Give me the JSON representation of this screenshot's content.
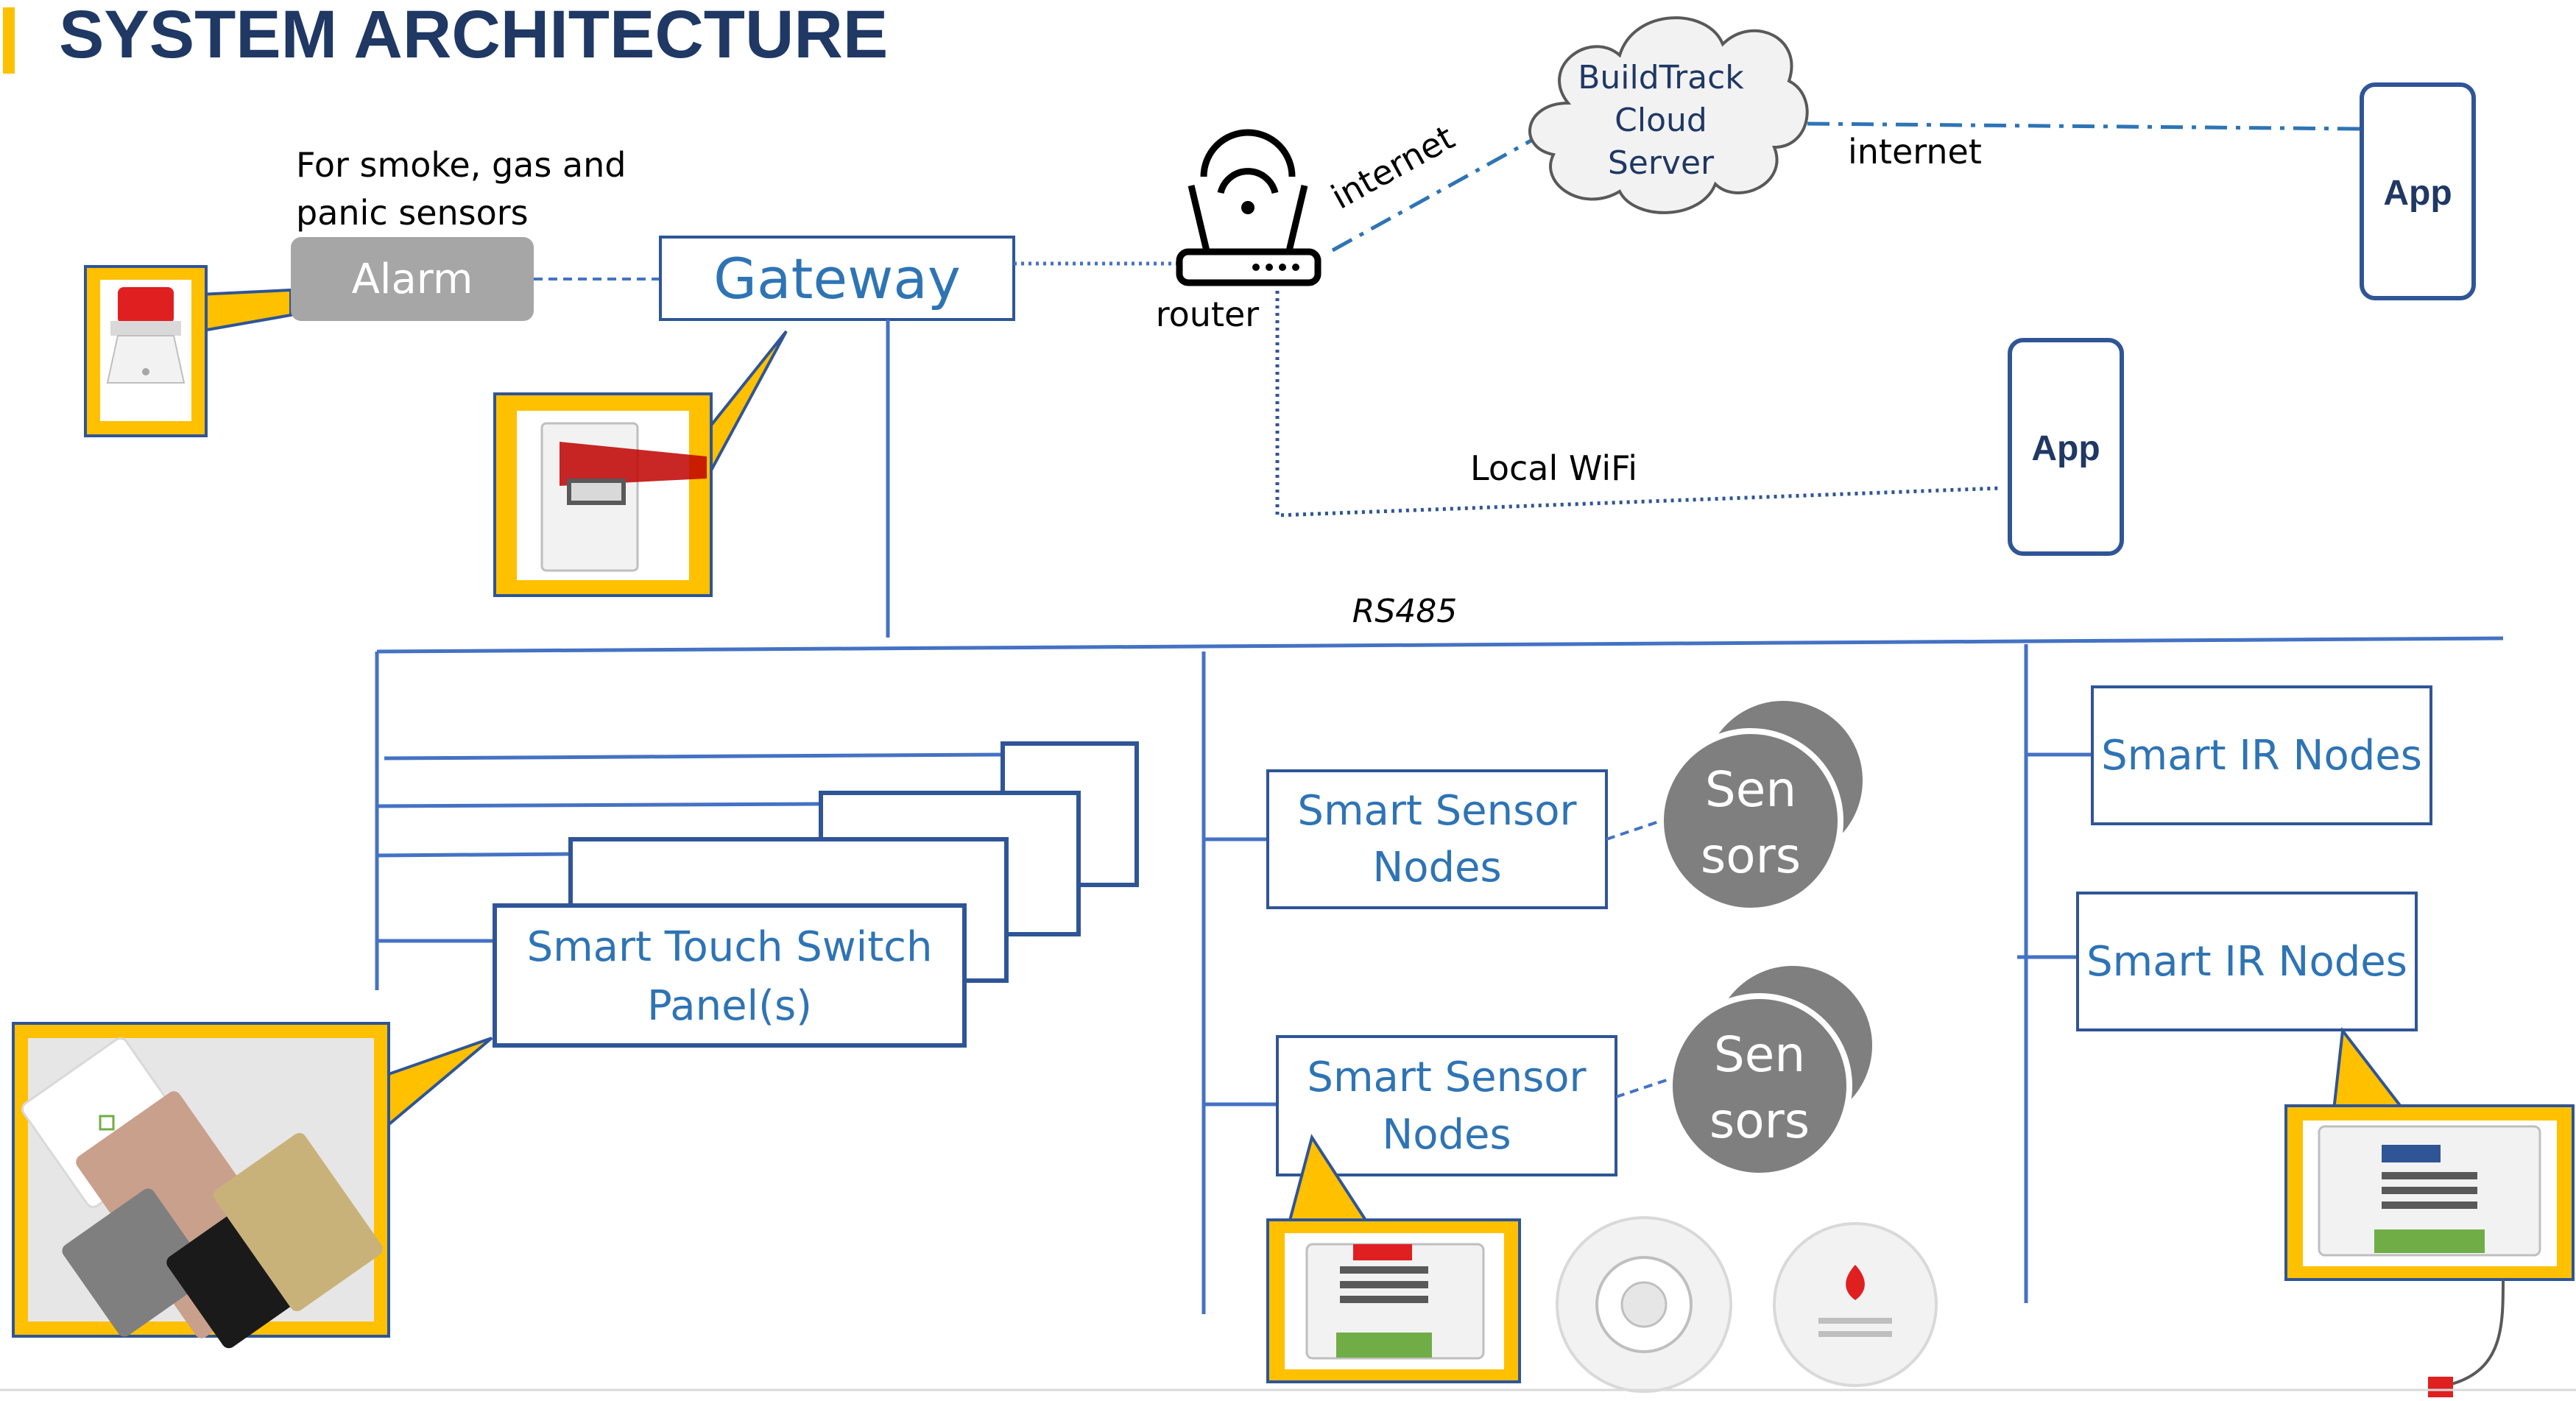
{
  "title": "SYSTEM ARCHITECTURE",
  "alarm": {
    "note_line1": "For smoke, gas and",
    "note_line2": "panic sensors",
    "label": "Alarm"
  },
  "gateway": {
    "label": "Gateway"
  },
  "router": {
    "label": "router"
  },
  "links": {
    "internet_left": "internet",
    "internet_right": "internet",
    "local_wifi": "Local WiFi",
    "bus": "RS485"
  },
  "cloud": {
    "line1": "BuildTrack",
    "line2": "Cloud",
    "line3": "Server"
  },
  "apps": {
    "app_top": "App",
    "app_local": "App"
  },
  "touch_panel": {
    "line1": "Smart Touch Switch",
    "line2": "Panel(s)"
  },
  "sensor_nodes": [
    {
      "line1": "Smart Sensor",
      "line2": "Nodes"
    },
    {
      "line1": "Smart Sensor",
      "line2": "Nodes"
    }
  ],
  "sensors": [
    {
      "line1": "Sen",
      "line2": "sors"
    },
    {
      "line1": "Sen",
      "line2": "sors"
    }
  ],
  "ir_nodes": [
    {
      "label": "Smart IR Nodes"
    },
    {
      "label": "Smart IR Nodes"
    }
  ],
  "colors": {
    "title": "#1f3864",
    "accent_yellow": "#ffc000",
    "node_border": "#2f5597",
    "node_text": "#2e74b5",
    "bus_line": "#4472c4",
    "alarm_fill": "#a6a6a6",
    "sensor_fill": "#7f7f7f"
  }
}
